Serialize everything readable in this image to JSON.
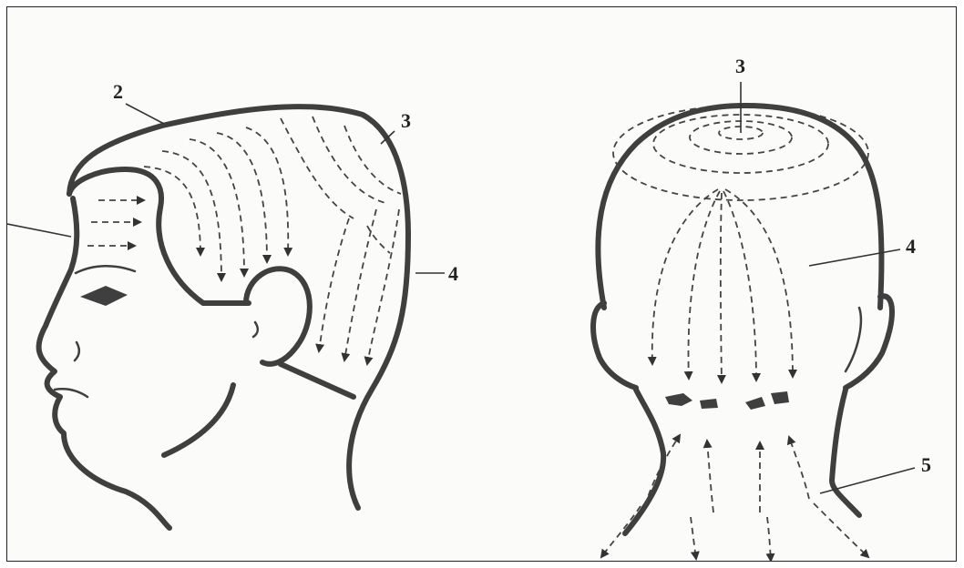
{
  "figure": {
    "labels": {
      "side_2": "2",
      "side_3": "3",
      "side_4": "4",
      "back_3": "3",
      "back_4": "4",
      "back_5": "5"
    }
  }
}
